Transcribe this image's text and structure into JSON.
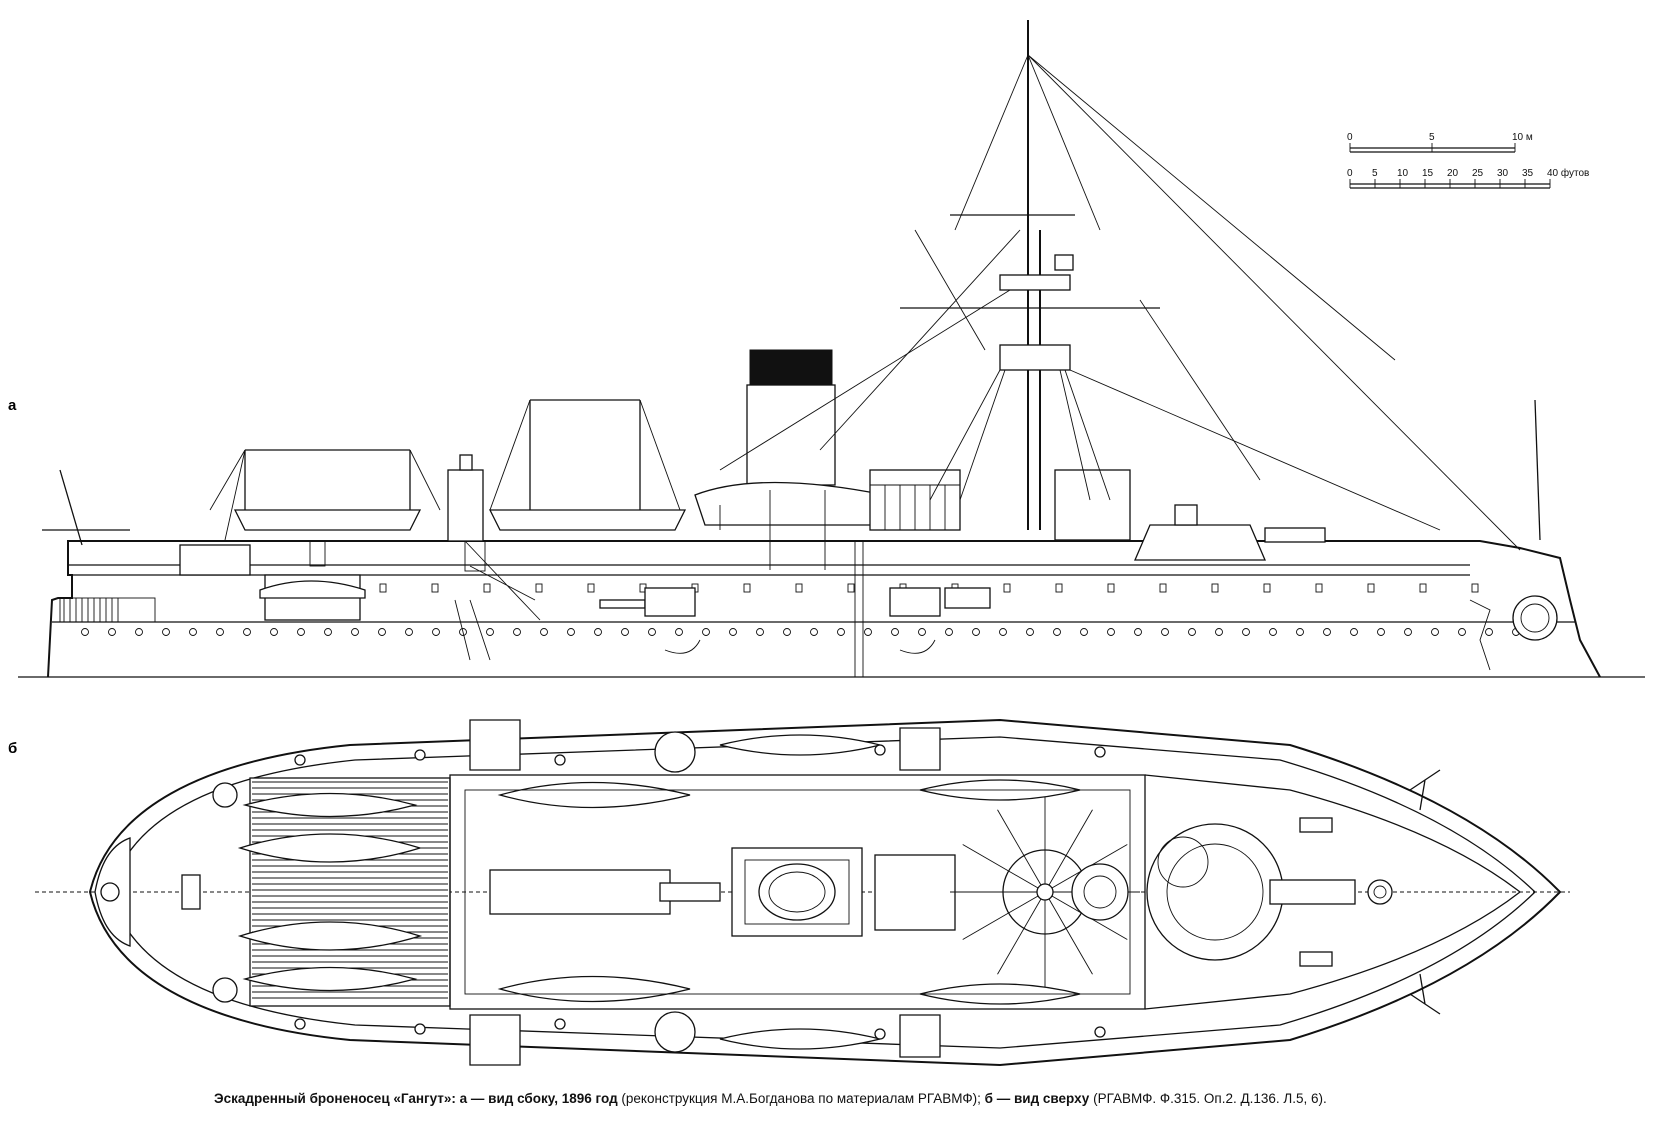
{
  "view_labels": {
    "side": "а",
    "top": "б"
  },
  "scale": {
    "meters_ticks": [
      "0",
      "5",
      "10 м"
    ],
    "feet_ticks": [
      "0",
      "5",
      "10",
      "15",
      "20",
      "25",
      "30",
      "35",
      "40 футов"
    ]
  },
  "caption": {
    "title_bold": "Эскадренный броненосец «Гангут»: а — вид сбоку, 1896 год",
    "source_side": "(реконструкция М.А.Богданова по материалам РГАВМФ);",
    "view_b_bold": "б — вид сверху",
    "source_top": "(РГАВМФ. Ф.315. Оп.2. Д.136. Л.5, 6)."
  }
}
